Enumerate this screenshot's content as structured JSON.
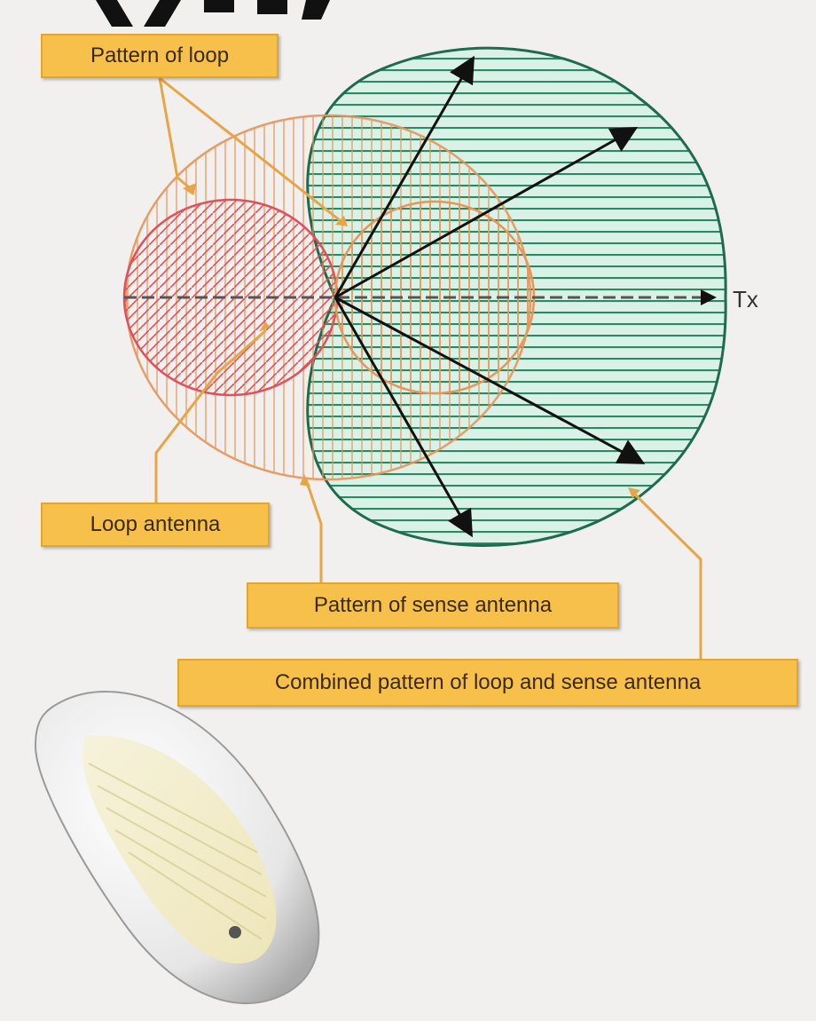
{
  "diagram": {
    "labels": {
      "pattern_of_loop": "Pattern of loop",
      "loop_antenna": "Loop antenna",
      "pattern_of_sense_antenna": "Pattern of sense antenna",
      "combined_pattern": "Combined pattern of loop and sense antenna",
      "tx": "Tx"
    }
  },
  "colors": {
    "background": "#f1f0ee",
    "label_fill": "#f7c04a",
    "leader_line": "#e8a445",
    "cardioid_stroke": "#1f6b4f",
    "cardioid_hatch": "#2a8a62",
    "cardioid_fill": "#d9f1e6",
    "sense_pattern_stroke": "#e8955a",
    "loop_pattern_stroke": "#e0505a",
    "arrow": "#111111"
  },
  "icons": {
    "device": "loop-antenna-device-icon"
  }
}
